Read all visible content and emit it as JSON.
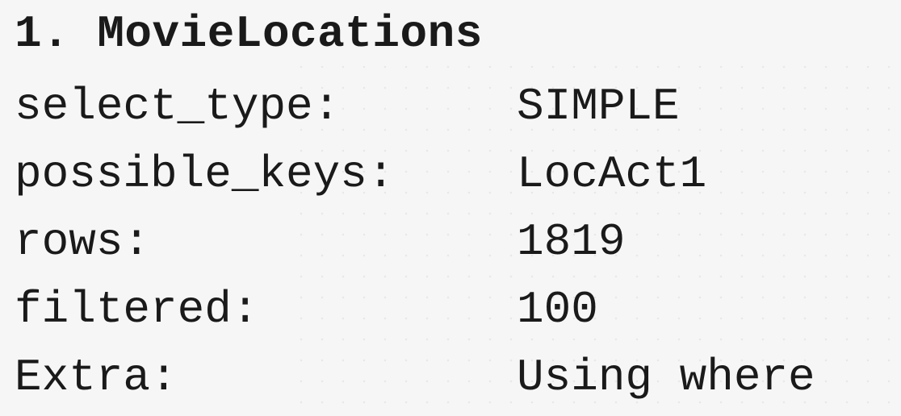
{
  "title": "1. MovieLocations",
  "fields": [
    {
      "label": "select_type:",
      "value": "SIMPLE"
    },
    {
      "label": "possible_keys:",
      "value": "LocAct1"
    },
    {
      "label": "rows:",
      "value": "1819"
    },
    {
      "label": "filtered:",
      "value": "100"
    },
    {
      "label": "Extra:",
      "value": "Using where"
    }
  ]
}
